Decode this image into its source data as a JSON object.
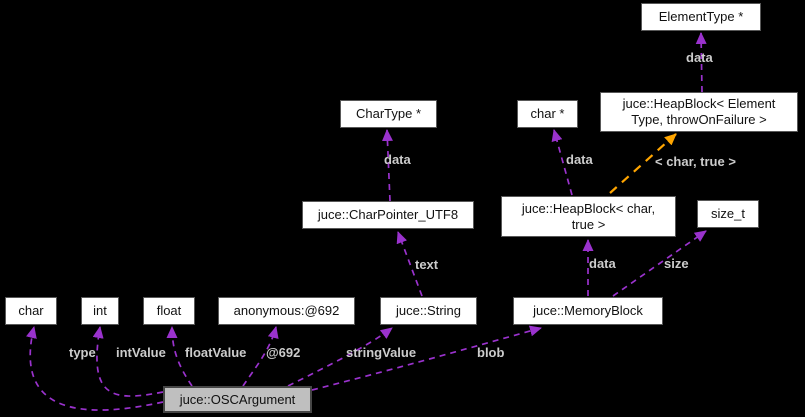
{
  "diagram": {
    "kind": "collaboration-graph",
    "highlight_node": "juce::OSCArgument",
    "colors": {
      "background": "#000000",
      "edge_member": "#9a32cd",
      "edge_template": "#ffa500",
      "edge_label_text": "#cccccc",
      "node_fill": "#ffffff",
      "node_border": "#585858",
      "node_text": "#111111",
      "highlight_node_fill": "#bfbfbf"
    },
    "nodes": [
      {
        "id": "element-type-ptr",
        "label": "ElementType *"
      },
      {
        "id": "chartype-ptr",
        "label": "CharType *"
      },
      {
        "id": "char-ptr",
        "label": "char *"
      },
      {
        "id": "heapblock-elementtype",
        "lines": [
          "juce::HeapBlock< Element",
          "Type, throwOnFailure >"
        ]
      },
      {
        "id": "charpointer-utf8",
        "label": "juce::CharPointer_UTF8"
      },
      {
        "id": "heapblock-char-true",
        "lines": [
          "juce::HeapBlock< char,",
          "true >"
        ]
      },
      {
        "id": "size-t",
        "label": "size_t"
      },
      {
        "id": "char",
        "label": "char"
      },
      {
        "id": "int",
        "label": "int"
      },
      {
        "id": "float",
        "label": "float"
      },
      {
        "id": "anonymous-692",
        "label": "anonymous:@692"
      },
      {
        "id": "juce-string",
        "label": "juce::String"
      },
      {
        "id": "juce-memoryblock",
        "label": "juce::MemoryBlock"
      },
      {
        "id": "juce-oscargument",
        "label": "juce::OSCArgument",
        "highlighted": true
      }
    ],
    "edges": [
      {
        "from": "juce::HeapBlock< ElementType, throwOnFailure >",
        "to": "ElementType *",
        "label": "data",
        "style": "member"
      },
      {
        "from": "juce::CharPointer_UTF8",
        "to": "CharType *",
        "label": "data",
        "style": "member"
      },
      {
        "from": "juce::HeapBlock< char, true >",
        "to": "char *",
        "label": "data",
        "style": "member"
      },
      {
        "from": "juce::HeapBlock< char, true >",
        "to": "juce::HeapBlock< ElementType, throwOnFailure >",
        "label": "< char, true >",
        "style": "template"
      },
      {
        "from": "juce::String",
        "to": "juce::CharPointer_UTF8",
        "label": "text",
        "style": "member"
      },
      {
        "from": "juce::MemoryBlock",
        "to": "juce::HeapBlock< char, true >",
        "label": "data",
        "style": "member"
      },
      {
        "from": "juce::MemoryBlock",
        "to": "size_t",
        "label": "size",
        "style": "member"
      },
      {
        "from": "juce::OSCArgument",
        "to": "char",
        "label": "type",
        "style": "member"
      },
      {
        "from": "juce::OSCArgument",
        "to": "int",
        "label": "intValue",
        "style": "member"
      },
      {
        "from": "juce::OSCArgument",
        "to": "float",
        "label": "floatValue",
        "style": "member"
      },
      {
        "from": "juce::OSCArgument",
        "to": "anonymous:@692",
        "label": "@692",
        "style": "member"
      },
      {
        "from": "juce::OSCArgument",
        "to": "juce::String",
        "label": "stringValue",
        "style": "member"
      },
      {
        "from": "juce::OSCArgument",
        "to": "juce::MemoryBlock",
        "label": "blob",
        "style": "member"
      }
    ]
  }
}
